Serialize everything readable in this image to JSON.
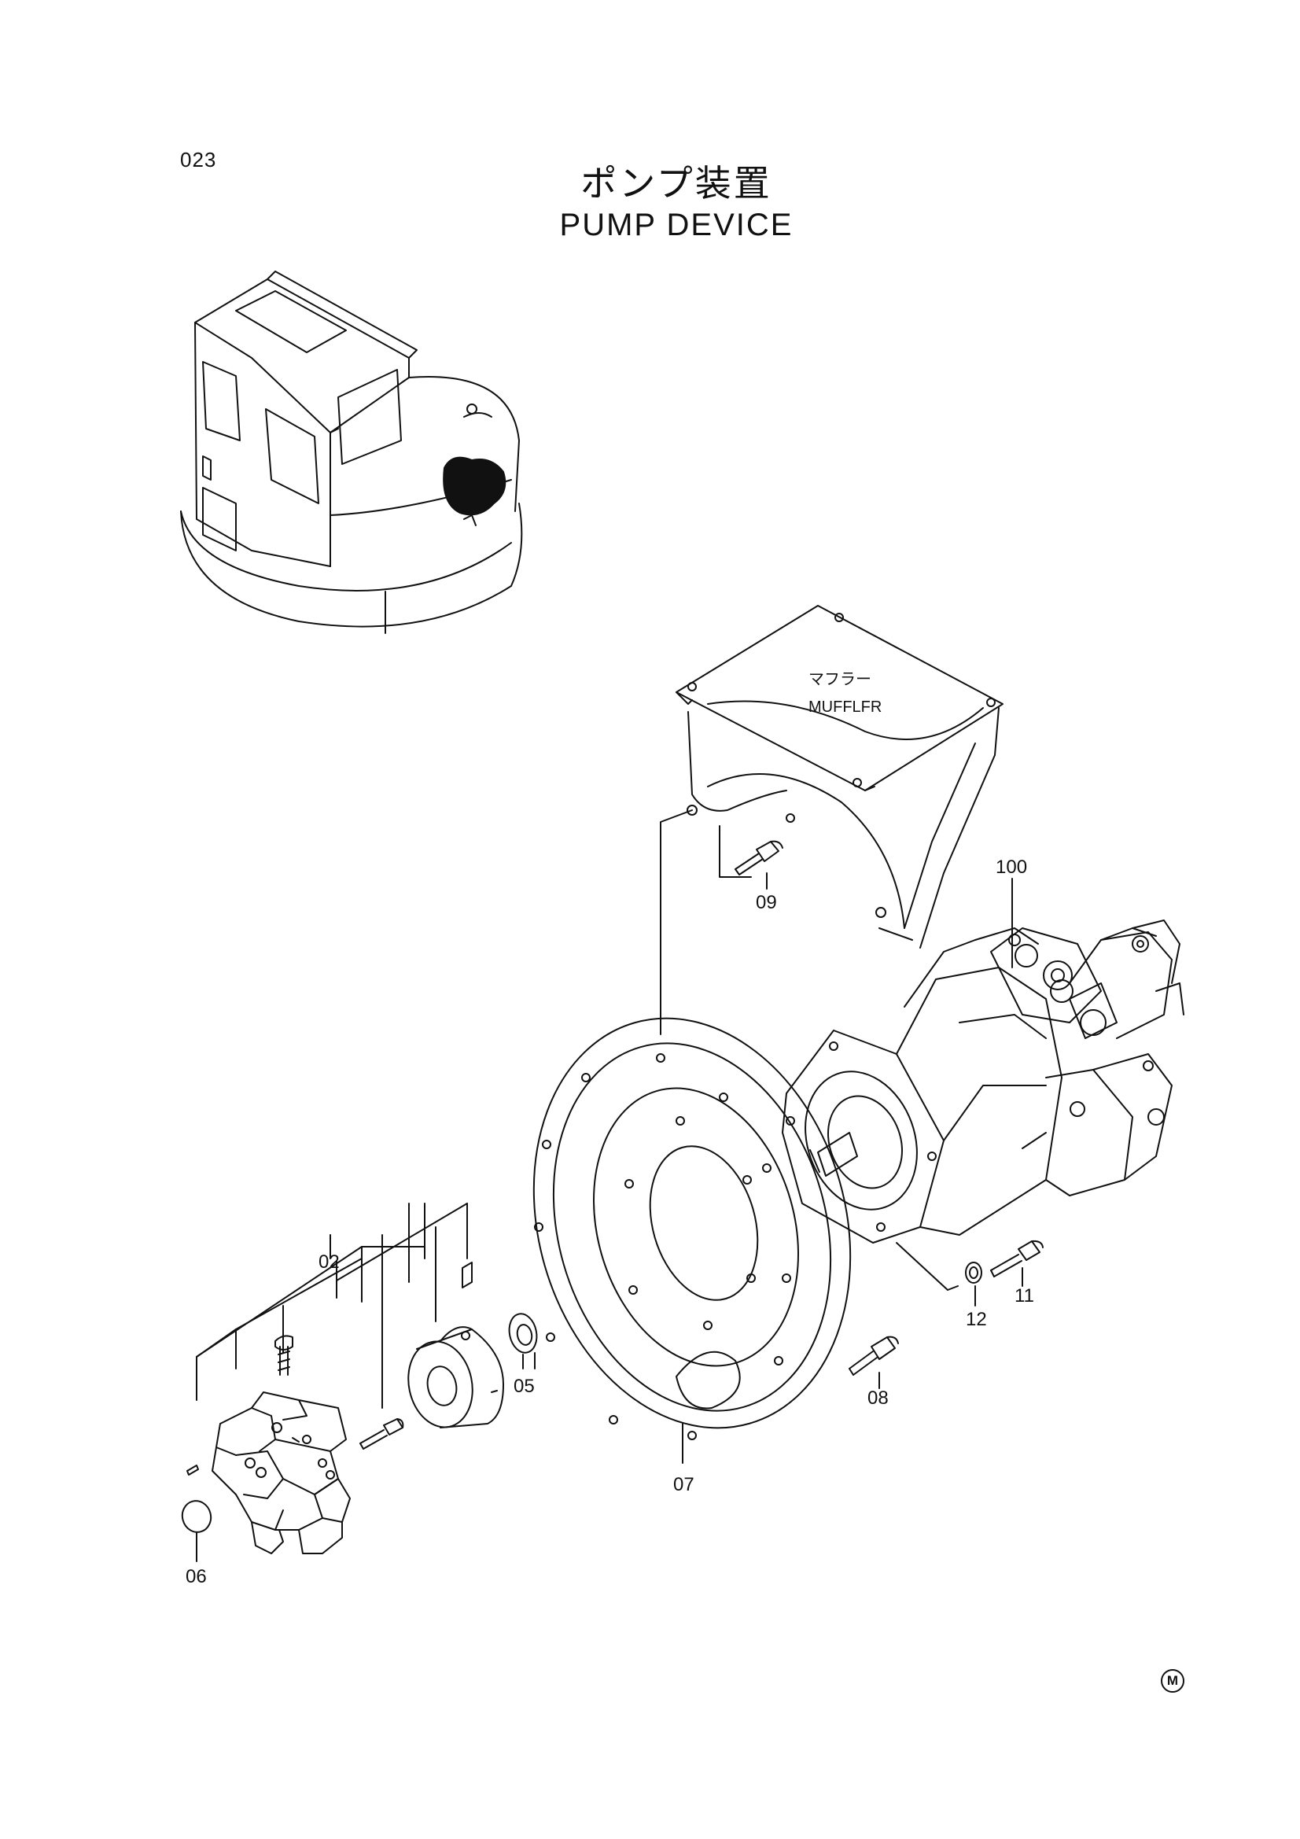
{
  "page": {
    "number": "023",
    "title_jp": "ポンプ装置",
    "title_en": "PUMP DEVICE"
  },
  "callouts": {
    "p02": "02",
    "p05": "05",
    "p06": "06",
    "p07": "07",
    "p08": "08",
    "p09": "09",
    "p11": "11",
    "p12": "12",
    "p100": "100"
  },
  "muffler": {
    "label_jp": "マフラー",
    "label_en": "MUFFLFR"
  },
  "corner_mark": "M",
  "colors": {
    "ink": "#111111",
    "paper": "#ffffff"
  }
}
